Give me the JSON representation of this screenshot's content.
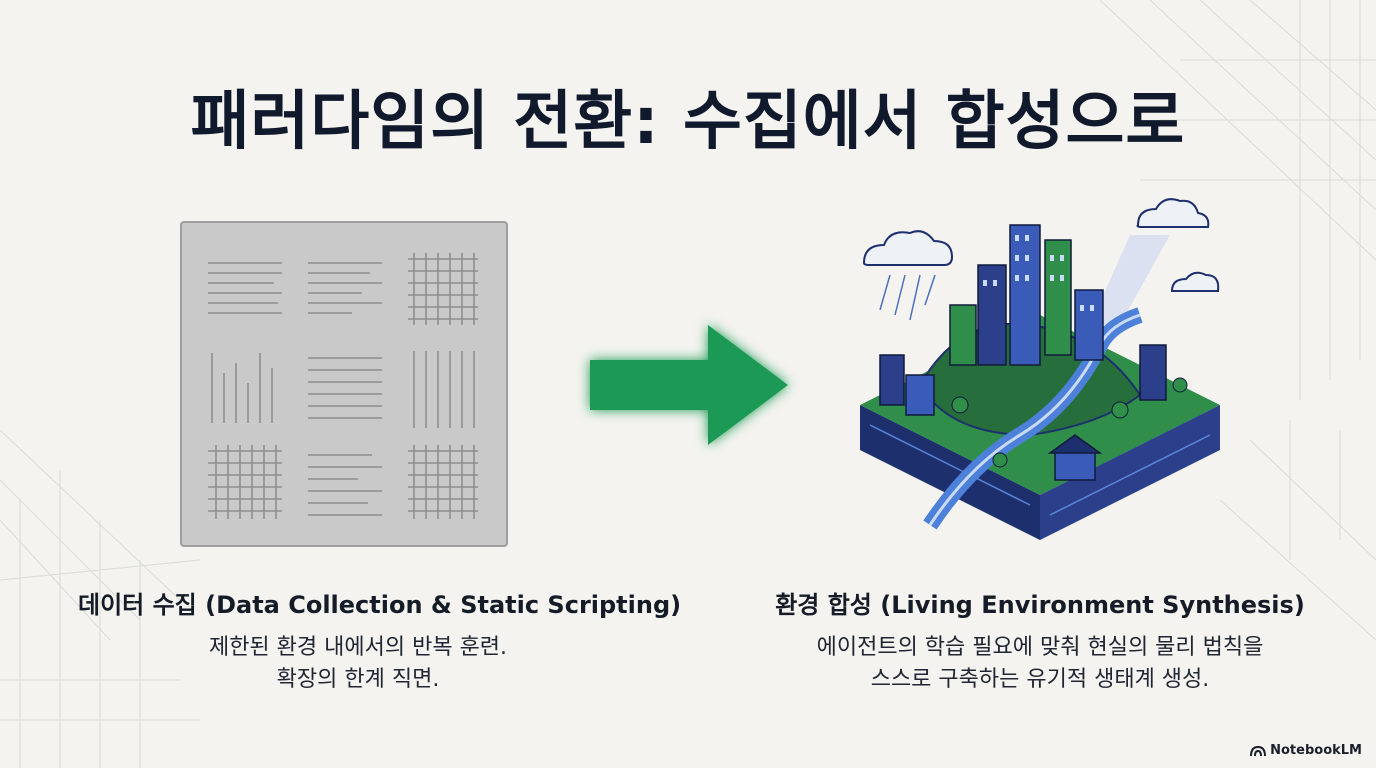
{
  "slide": {
    "title": "패러다임의 전환: 수집에서 합성으로"
  },
  "left": {
    "heading": "데이터 수집 (Data Collection & Static Scripting)",
    "desc_line1": "제한된 환경 내에서의 반복 훈련.",
    "desc_line2": "확장의 한계 직면."
  },
  "right": {
    "heading": "환경 합성 (Living Environment Synthesis)",
    "desc_line1": "에이전트의 학습 필요에 맞춰 현실의 물리 법칙을",
    "desc_line2": "스스로 구축하는 유기적 생태계 생성."
  },
  "brand": {
    "name": "NotebookLM",
    "icon": "notebooklm-logo-icon"
  },
  "colors": {
    "arrow": "#1f9a55",
    "city_navy": "#1e2f6e",
    "city_green": "#2f8f4a",
    "panel_gray": "#c9c9c9"
  }
}
